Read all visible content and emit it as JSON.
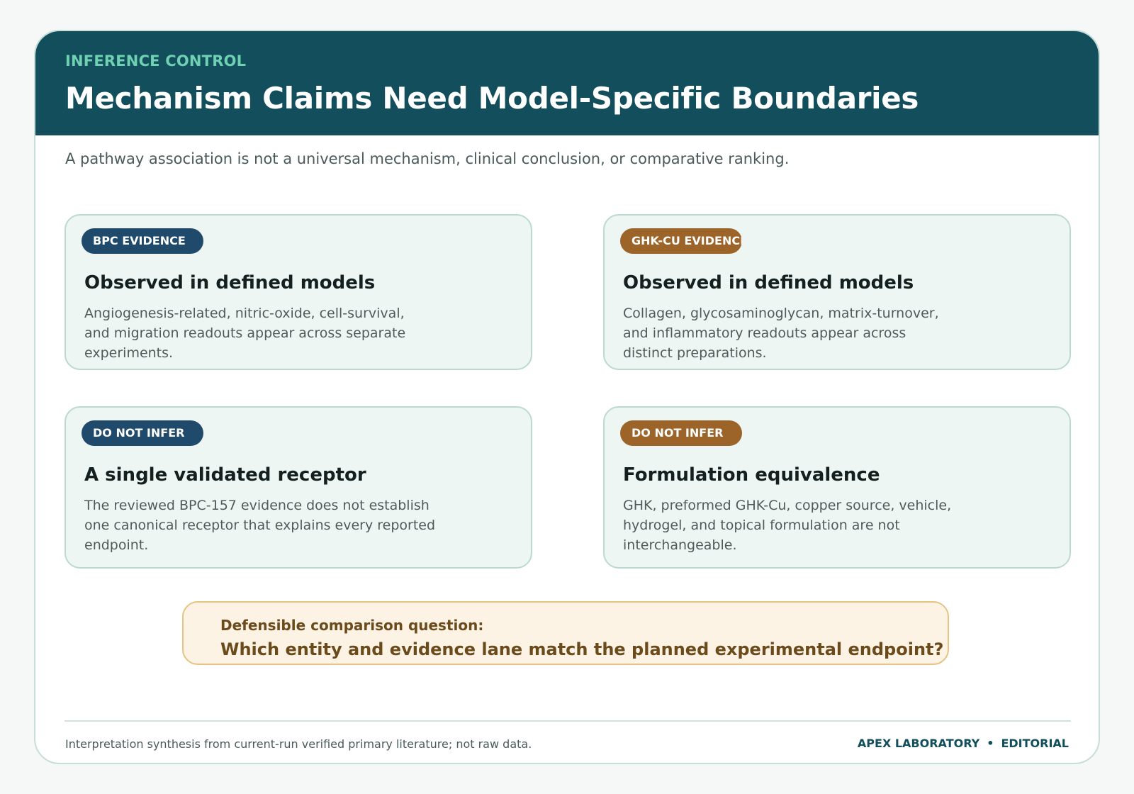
{
  "header": {
    "eyebrow": "INFERENCE CONTROL",
    "title": "Mechanism Claims Need Model-Specific Boundaries"
  },
  "subtitle": "A pathway association is not a universal mechanism, clinical conclusion, or comparative ranking.",
  "colors": {
    "header_bg": "#124e5c",
    "eyebrow": "#6fd0b2",
    "pill_blue": "#1f4a6b",
    "pill_brown": "#9c6428",
    "panel_bg": "#eef6f3",
    "callout_bg": "#fdf3e4",
    "callout_text": "#6b4b1c"
  },
  "panels": [
    {
      "tag": "BPC EVIDENCE",
      "heading": "Observed in defined models",
      "body": "Angiogenesis-related, nitric-oxide, cell-survival, and migration readouts appear across separate experiments."
    },
    {
      "tag": "GHK-CU EVIDENCE",
      "heading": "Observed in defined models",
      "body": "Collagen, glycosaminoglycan, matrix-turnover, and inflammatory readouts appear across distinct preparations."
    },
    {
      "tag": "DO NOT INFER",
      "heading": "A single validated receptor",
      "body": "The reviewed BPC-157 evidence does not establish one canonical receptor that explains every reported endpoint."
    },
    {
      "tag": "DO NOT INFER",
      "heading": "Formulation equivalence",
      "body": "GHK, preformed GHK-Cu, copper source, vehicle, hydrogel, and topical formulation are not interchangeable."
    }
  ],
  "callout": {
    "label": "Defensible comparison question:",
    "question": "Which entity and evidence lane match the planned experimental endpoint?"
  },
  "footer": {
    "note": "Interpretation synthesis from current-run verified primary literature; not raw data.",
    "brand_left": "APEX LABORATORY",
    "separator": "•",
    "brand_right": "EDITORIAL"
  }
}
